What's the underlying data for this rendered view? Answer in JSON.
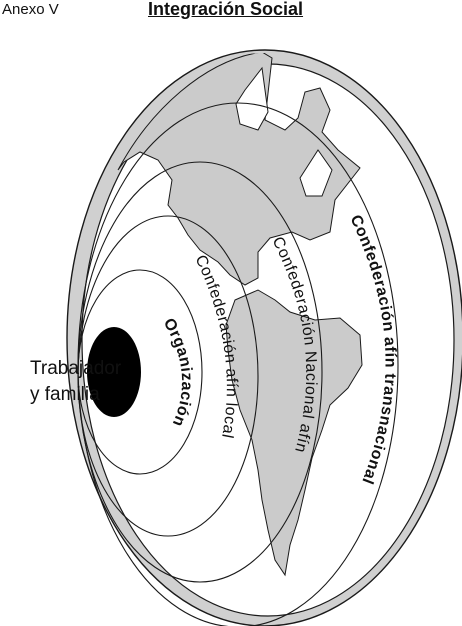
{
  "header": {
    "annex": "Anexo V",
    "title": "Integración Social"
  },
  "rings": {
    "worker_line1": "Trabajador",
    "worker_line2": "y familia",
    "organization": "Organización",
    "local": "Confederación afín local",
    "national": "Confederación Nacional afín",
    "transnational": "Confederación afín transnacional"
  },
  "colors": {
    "land": "#cbcbcb",
    "outline": "#1a1a1a",
    "worker_fill": "#000000"
  }
}
